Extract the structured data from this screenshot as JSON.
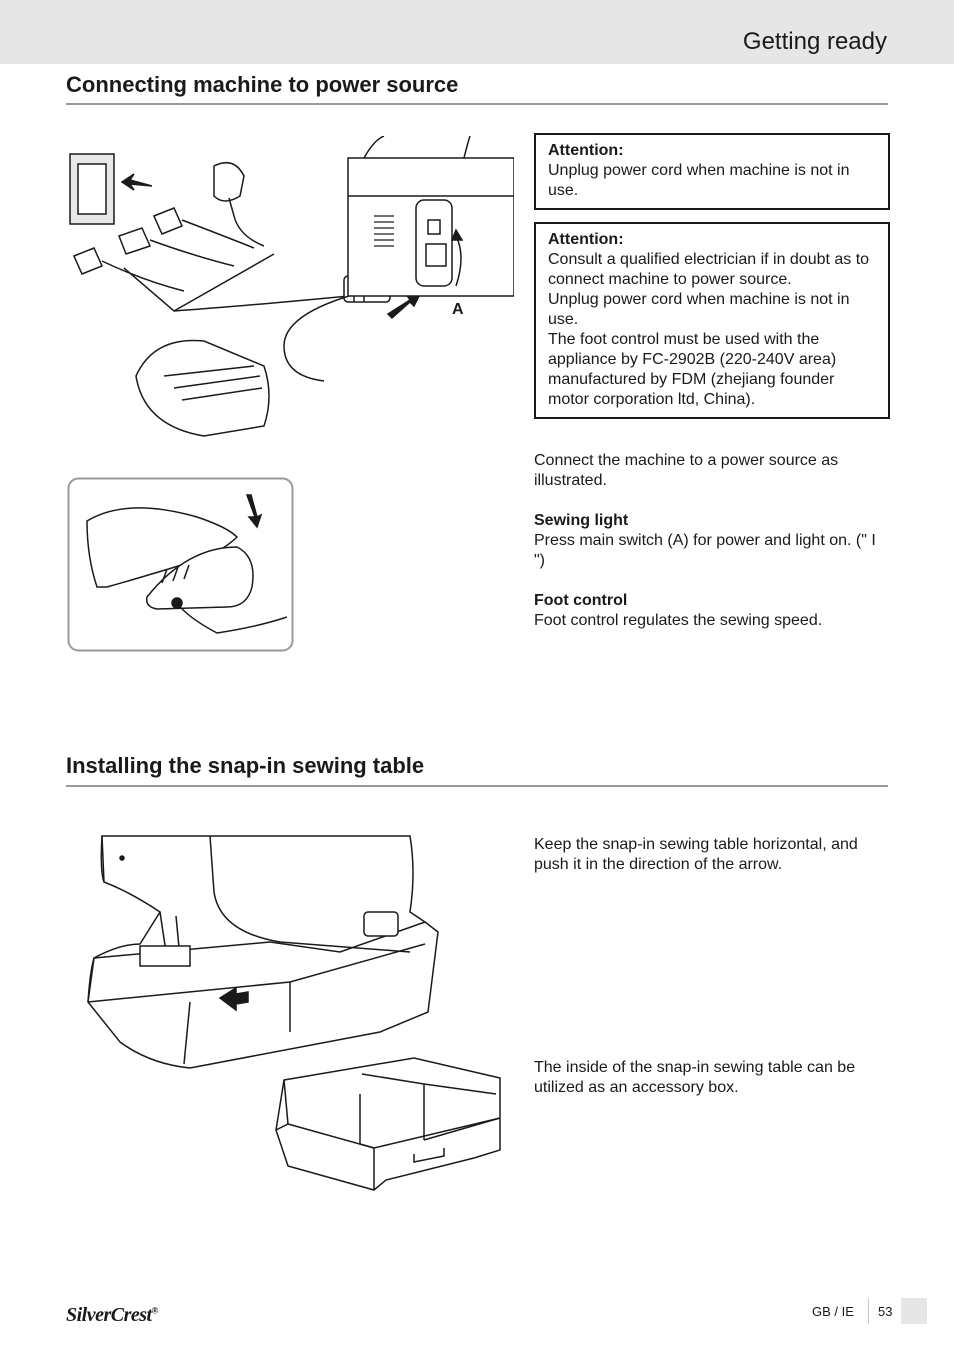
{
  "header": {
    "title": "Getting ready"
  },
  "section1": {
    "title": "Connecting machine to power source",
    "figure_label": "A",
    "notice1": {
      "label": "Attention:",
      "text": "Unplug power cord when machine is not in use."
    },
    "notice2": {
      "label": "Attention:",
      "lines": [
        "Consult a qualified electrician if in doubt as to connect machine to power source.",
        "Unplug power cord when machine is not in use.",
        "The foot control must be used with the appliance by FC-2902B (220-240V area) manufactured by FDM (zhejiang founder motor corporation ltd, China)."
      ]
    },
    "intro": "Connect the machine to a power source as illustrated.",
    "sewing_light": {
      "heading": "Sewing light",
      "text": "Press main switch (A) for power and light on. (\" I \")"
    },
    "foot_control": {
      "heading": "Foot control",
      "text": "Foot control regulates the sewing speed."
    }
  },
  "section2": {
    "title": "Installing the snap-in sewing table",
    "text1": "Keep the snap-in sewing table horizontal, and push it in the direction of the arrow.",
    "text2": "The inside of the snap-in sewing table can be utilized as an accessory box."
  },
  "footer": {
    "brand": "SilverCrest",
    "region": "GB / IE",
    "page": "53"
  }
}
